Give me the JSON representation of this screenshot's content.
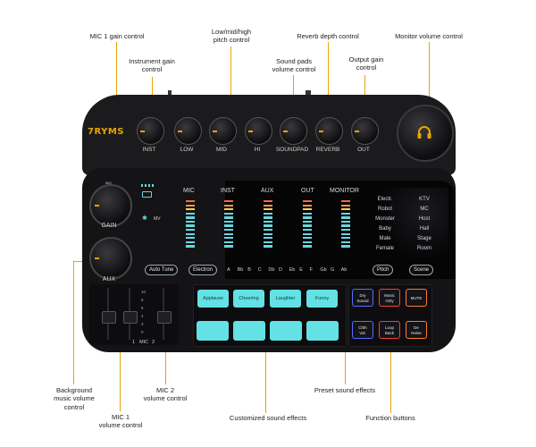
{
  "brand": "7RYMS",
  "callouts": {
    "mic1_gain": "MIC 1 gain control",
    "inst_gain": "Instrument gain\ncontrol",
    "pitch": "Low/mid/high\npitch control",
    "soundpad_volume": "Sound pads\nvolume control",
    "reverb": "Reverb depth control",
    "output_gain": "Output gain\ncontrol",
    "monitor_volume": "Monitor volume control",
    "bg_music": "Background\nmusic volume\ncontrol",
    "mic2_volume": "MIC 2\nvolume control",
    "mic1_volume": "MIC 1\nvolume control",
    "custom_effects": "Customized sound effects",
    "preset_effects": "Preset sound effects",
    "function_buttons": "Function buttons"
  },
  "knobs": {
    "inst": "INST",
    "low": "LOW",
    "mid": "MID",
    "hi": "HI",
    "soundpad": "SOUNDPAD",
    "reverb": "REVERB",
    "out": "OUT",
    "gain": "GAIN",
    "aux": "AUX",
    "mini_mic": "MIC"
  },
  "status": {
    "bluetooth": "✱",
    "mv": "MV"
  },
  "channels": [
    "MIC",
    "INST",
    "AUX",
    "OUT",
    "MONITOR"
  ],
  "effects": {
    "left": [
      "Electr.",
      "Robot",
      "Monster",
      "Baby",
      "Male",
      "Female"
    ],
    "right": [
      "KTV",
      "MC",
      "Host",
      "Hall",
      "Stage",
      "Room"
    ]
  },
  "pills": {
    "auto_tune": "Auto Tune",
    "electron": "Electron",
    "pitch": "Pitch",
    "scene": "Scene"
  },
  "notes": [
    "A",
    "Bb",
    "B",
    "C",
    "Db",
    "D",
    "Eb",
    "E",
    "F",
    "Gb",
    "G",
    "Ab"
  ],
  "faders": {
    "scale": [
      "10",
      "8",
      "6",
      "4",
      "2",
      "0"
    ],
    "labels": {
      "ch1": "1",
      "mic": "MIC",
      "ch2": "2"
    }
  },
  "pads": [
    "Applause",
    "Cheering",
    "Laughter",
    "Funny"
  ],
  "function_buttons": [
    {
      "label": "Dry\nSound",
      "border": "#5a6cff"
    },
    {
      "label": "Music\nOnly",
      "border": "#ff3b3b"
    },
    {
      "label": "MUTE",
      "border": "#ff7a2a"
    },
    {
      "label": "Chth\nVol.",
      "border": "#5a6cff"
    },
    {
      "label": "Loop\nBack",
      "border": "#ff3b3b"
    },
    {
      "label": "De\nNoise",
      "border": "#ff7a2a"
    }
  ],
  "colors": {
    "accent": "#e8a500",
    "pad": "#63e1e4",
    "body": "#141416"
  }
}
